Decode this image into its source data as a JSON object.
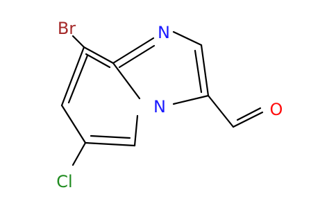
{
  "molecule": {
    "atoms": {
      "br": {
        "label": "Br",
        "color": "#a52a2a"
      },
      "cl": {
        "label": "Cl",
        "color": "#1f8b1f"
      },
      "n_imine": {
        "label": "N",
        "color": "#1a1aff"
      },
      "n_bridge": {
        "label": "N",
        "color": "#1a1aff"
      },
      "o": {
        "label": "O",
        "color": "#ff0d0d"
      }
    },
    "bond_color": "#000000"
  }
}
